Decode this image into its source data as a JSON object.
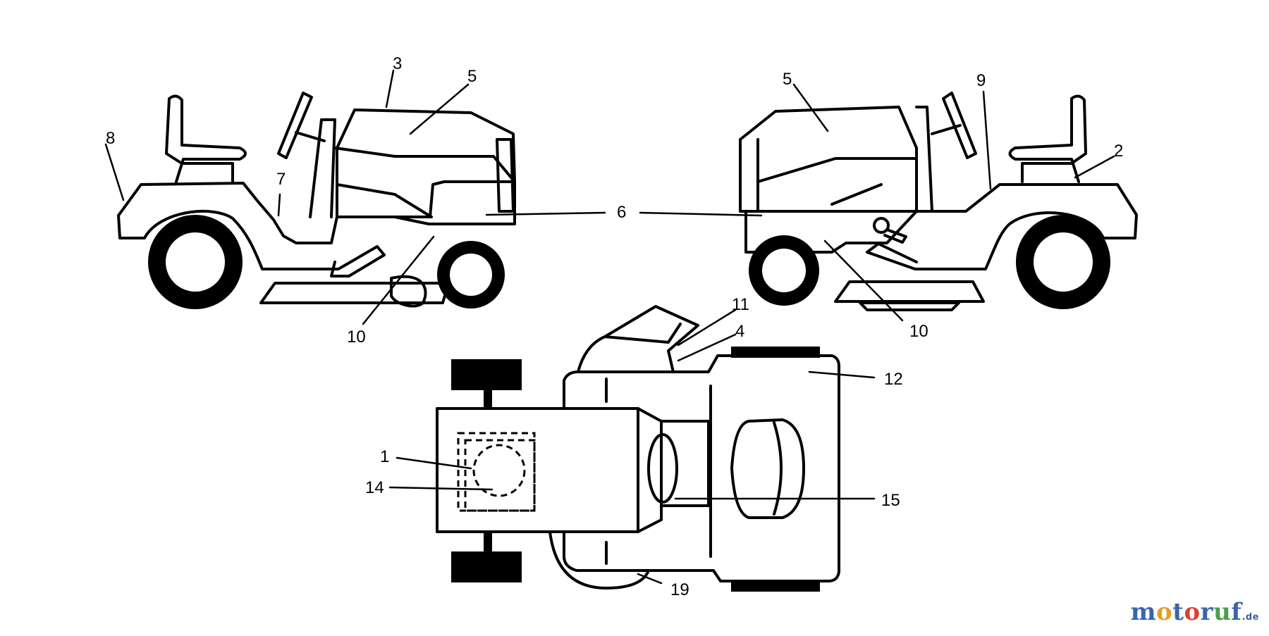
{
  "diagram": {
    "callouts": {
      "left_view": [
        "3",
        "5",
        "8",
        "7",
        "10"
      ],
      "center": "6",
      "right_view": [
        "5",
        "9",
        "2",
        "10"
      ],
      "top_view": [
        "11",
        "4",
        "12",
        "1",
        "14",
        "15",
        "19"
      ]
    }
  },
  "watermark": {
    "parts": [
      "m",
      "o",
      "t",
      "o",
      "r",
      "u",
      "f"
    ],
    "suffix": ".de"
  }
}
